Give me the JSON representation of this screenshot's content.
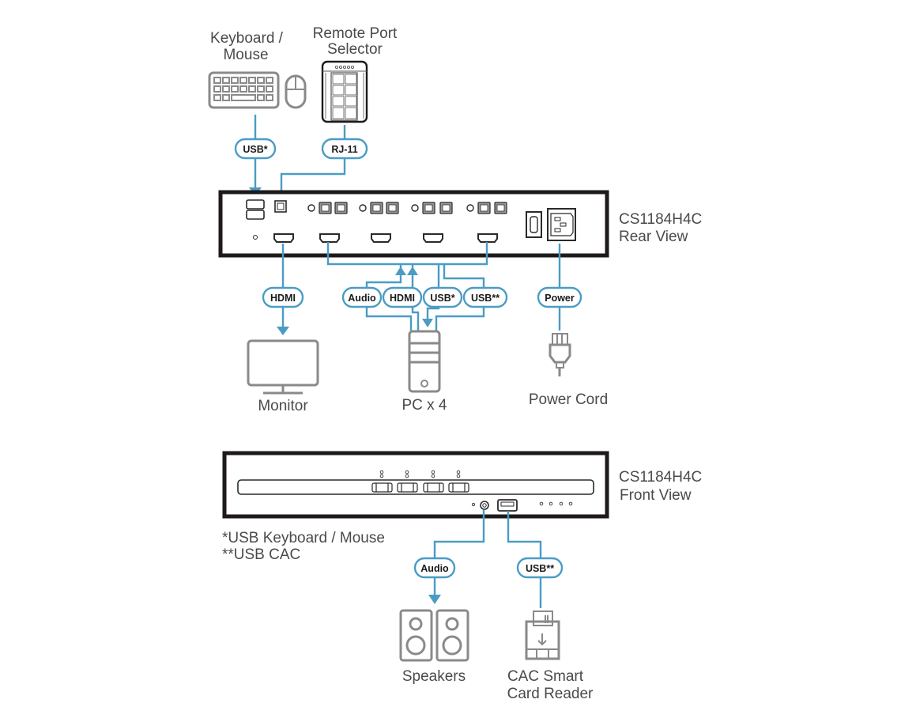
{
  "devices": {
    "keyboard_mouse": "Keyboard /\nMouse",
    "keyboard_mouse_line1": "Keyboard /",
    "keyboard_mouse_line2": "Mouse",
    "remote_port_selector_line1": "Remote Port",
    "remote_port_selector_line2": "Selector",
    "monitor": "Monitor",
    "pc": "PC x 4",
    "power_cord": "Power Cord",
    "speakers": "Speakers",
    "cac_reader_line1": "CAC Smart",
    "cac_reader_line2": "Card Reader"
  },
  "units": {
    "rear": {
      "model": "CS1184H4C",
      "view": "Rear View"
    },
    "front": {
      "model": "CS1184H4C",
      "view": "Front View"
    }
  },
  "cables": {
    "keyboard_usb": "USB*",
    "remote_rj11": "RJ-11",
    "monitor_hdmi": "HDMI",
    "pc_audio": "Audio",
    "pc_hdmi": "HDMI",
    "pc_usb": "USB*",
    "pc_usb_cac": "USB**",
    "power": "Power",
    "front_audio": "Audio",
    "front_usb_cac": "USB**"
  },
  "footnotes": {
    "single_star": "*USB Keyboard / Mouse",
    "double_star": "**USB CAC"
  },
  "colors": {
    "cable": "#4a9cc4",
    "device_outline": "#8a8a8a",
    "unit_outline": "#1e1a1a",
    "label_text": "#4a4a4a"
  }
}
